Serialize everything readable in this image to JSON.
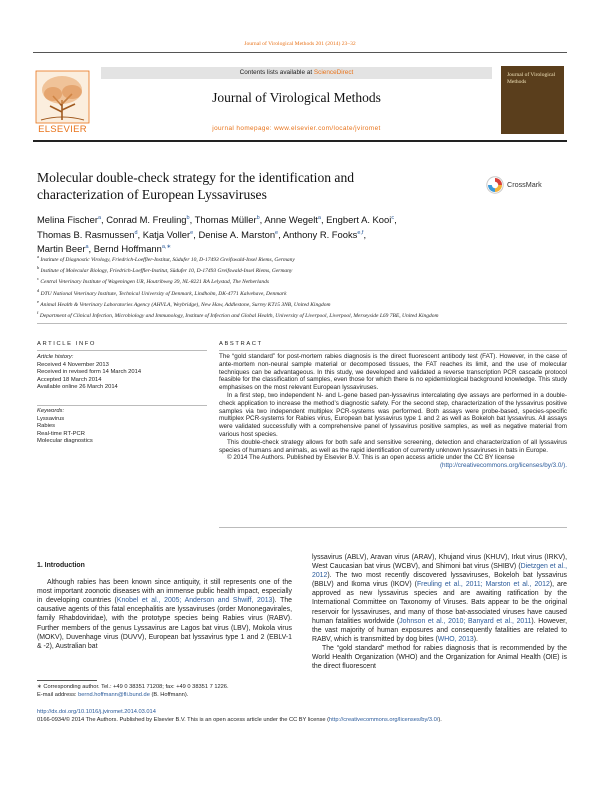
{
  "running_head": "Journal of Virological Methods 201 (2014) 23–32",
  "header": {
    "contents_prefix": "Contents lists available at ",
    "contents_link": "ScienceDirect",
    "journal_title": "Journal of Virological Methods",
    "homepage_label": "journal homepage: ",
    "homepage_url": "www.elsevier.com/locate/jviromet",
    "publisher": "ELSEVIER",
    "cover_text": "Journal of Virological Methods"
  },
  "article": {
    "title_line1": "Molecular double-check strategy for the identification and",
    "title_line2": "characterization of European Lyssaviruses",
    "crossmark": "CrossMark"
  },
  "authors": {
    "line1": [
      {
        "name": "Melina Fischer",
        "sup": "a"
      },
      {
        "name": "Conrad M. Freuling",
        "sup": "b"
      },
      {
        "name": "Thomas Müller",
        "sup": "b"
      },
      {
        "name": "Anne Wegelt",
        "sup": "a"
      },
      {
        "name": "Engbert A. Kooi",
        "sup": "c"
      }
    ],
    "line2": [
      {
        "name": "Thomas B. Rasmussen",
        "sup": "d"
      },
      {
        "name": "Katja Voller",
        "sup": "e"
      },
      {
        "name": "Denise A. Marston",
        "sup": "e"
      },
      {
        "name": "Anthony R. Fooks",
        "sup": "e,f"
      }
    ],
    "line3": [
      {
        "name": "Martin Beer",
        "sup": "a"
      },
      {
        "name": "Bernd Hoffmann",
        "sup": "a,∗"
      }
    ]
  },
  "affiliations": [
    {
      "key": "a",
      "text": "Institute of Diagnostic Virology, Friedrich-Loeffler-Institut, Südufer 10, D-17493 Greifswald-Insel Riems, Germany"
    },
    {
      "key": "b",
      "text": "Institute of Molecular Biology, Friedrich-Loeffler-Institut, Südufer 10, D-17493 Greifswald-Insel Riems, Germany"
    },
    {
      "key": "c",
      "text": "Central Veterinary Institute of Wageningen UR, Houtribweg 39, NL-8221 RA Lelystad, The Netherlands"
    },
    {
      "key": "d",
      "text": "DTU National Veterinary Institute, Technical University of Denmark, Lindholm, DK-4771 Kalvehave, Denmark"
    },
    {
      "key": "e",
      "text": "Animal Health & Veterinary Laboratories Agency (AHVLA, Weybridge), New Haw, Addlestone, Surrey KT15 3NB, United Kingdom"
    },
    {
      "key": "f",
      "text": "Department of Clinical Infection, Microbiology and Immunology, Institute of Infection and Global Health, University of Liverpool, Liverpool, Merseyside L69 7BE, United Kingdom"
    }
  ],
  "article_info": {
    "section_label": "ARTICLE INFO",
    "history_heading": "Article history:",
    "history": [
      "Received 4 November 2013",
      "Received in revised form 14 March 2014",
      "Accepted 18 March 2014",
      "Available online 26 March 2014"
    ],
    "keywords_heading": "Keywords:",
    "keywords": [
      "Lyssavirus",
      "Rabies",
      "Real-time RT-PCR",
      "Molecular diagnostics"
    ]
  },
  "abstract": {
    "section_label": "ABSTRACT",
    "p1": "The “gold standard” for post-mortem rabies diagnosis is the direct fluorescent antibody test (FAT). However, in the case of ante-mortem non-neural sample material or decomposed tissues, the FAT reaches its limit, and the use of molecular techniques can be advantageous. In this study, we developed and validated a reverse transcription PCR cascade protocol feasible for the classification of samples, even those for which there is no epidemiological background knowledge. This study emphasises on the most relevant European lyssaviruses.",
    "p2": "In a first step, two independent N- and L-gene based pan-lyssavirus intercalating dye assays are performed in a double-check application to increase the method’s diagnostic safety. For the second step, characterization of the lyssavirus positive samples via two independent multiplex PCR-systems was performed. Both assays were probe-based, species-specific multiplex PCR-systems for Rabies virus, European bat lyssavirus type 1 and 2 as well as Bokeloh bat lyssavirus. All assays were validated successfully with a comprehensive panel of lyssavirus positive samples, as well as negative material from various host species.",
    "p3": "This double-check strategy allows for both safe and sensitive screening, detection and characterization of all lyssavirus species of humans and animals, as well as the rapid identification of currently unknown lyssaviruses in bats in Europe.",
    "copyright": "© 2014 The Authors. Published by Elsevier B.V. This is an open access article under the CC BY license",
    "license_url": "(http://creativecommons.org/licenses/by/3.0/)."
  },
  "body": {
    "intro_heading": "1.  Introduction",
    "left_text": "Although rabies has been known since antiquity, it still represents one of the most important zoonotic diseases with an immense public health impact, especially in developing countries (",
    "left_cite1": "Knobel et al., 2005; Anderson and Shwiff, 2013",
    "left_text2": "). The causative agents of this fatal encephalitis are lyssaviruses (order Mononegavirales, family Rhabdoviridae), with the prototype species being Rabies virus (RABV). Further members of the genus Lyssavirus are Lagos bat virus (LBV), Mokola virus (MOKV), Duvenhage virus (DUVV), European bat lyssavirus type 1 and 2 (EBLV-1 & -2), Australian bat",
    "right_text1": "lyssavirus (ABLV), Aravan virus (ARAV), Khujand virus (KHUV), Irkut virus (IRKV), West Caucasian bat virus (WCBV), and Shimoni bat virus (SHIBV) (",
    "right_cite1": "Dietzgen et al., 2012",
    "right_text2": "). The two most recently discovered lyssaviruses, Bokeloh bat lyssavirus (BBLV) and Ikoma virus (IKOV) (",
    "right_cite2": "Freuling et al., 2011; Marston et al., 2012",
    "right_text3": "), are approved as new lyssavirus species and are awaiting ratification by the International Committee on Taxonomy of Viruses. Bats appear to be the original reservoir for lyssaviruses, and many of those bat-associated viruses have caused human fatalities worldwide (",
    "right_cite3": "Johnson et al., 2010; Banyard et al., 2011",
    "right_text4": "). However, the vast majority of human exposures and consequently fatalities are related to RABV, which is transmitted by dog bites (",
    "right_cite4": "WHO, 2013",
    "right_text5": ").",
    "right_p2": "The “gold standard” method for rabies diagnosis that is recommended by the World Health Organization (WHO) and the Organization for Animal Health (OIE) is the direct fluorescent"
  },
  "footnotes": {
    "corresponding": "∗ Corresponding author. Tel.: +49 0 38351 71208; fax: +49 0 38351 7 1226.",
    "email_label": "E-mail address: ",
    "email": "bernd.hoffmann@fli.bund.de",
    "email_suffix": " (B. Hoffmann).",
    "doi": "http://dx.doi.org/10.1016/j.jviromet.2014.03.014",
    "issn_line": "0166-0934/© 2014 The Authors. Published by Elsevier B.V. This is an open access article under the CC BY license (",
    "issn_link": "http://creativecommons.org/licenses/by/3.0/",
    "issn_end": ")."
  }
}
